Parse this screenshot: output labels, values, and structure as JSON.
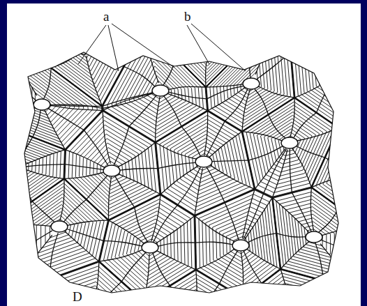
{
  "diagram": {
    "labels": [
      "a",
      "b",
      "D"
    ]
  }
}
